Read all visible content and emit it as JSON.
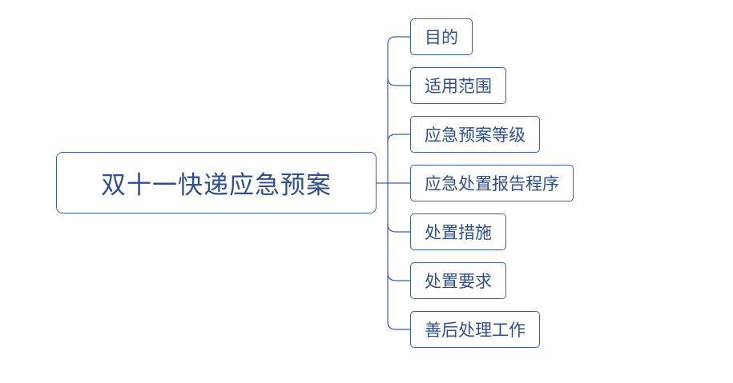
{
  "root": {
    "label": "双十一快递应急预案"
  },
  "branches": [
    {
      "label": "目的"
    },
    {
      "label": "适用范围"
    },
    {
      "label": "应急预案等级"
    },
    {
      "label": "应急处置报告程序"
    },
    {
      "label": "处置措施"
    },
    {
      "label": "处置要求"
    },
    {
      "label": "善后处理工作"
    }
  ],
  "colors": {
    "border": "#3b5ea8",
    "text": "#2f4f8f",
    "connector": "#3b5ea8"
  }
}
